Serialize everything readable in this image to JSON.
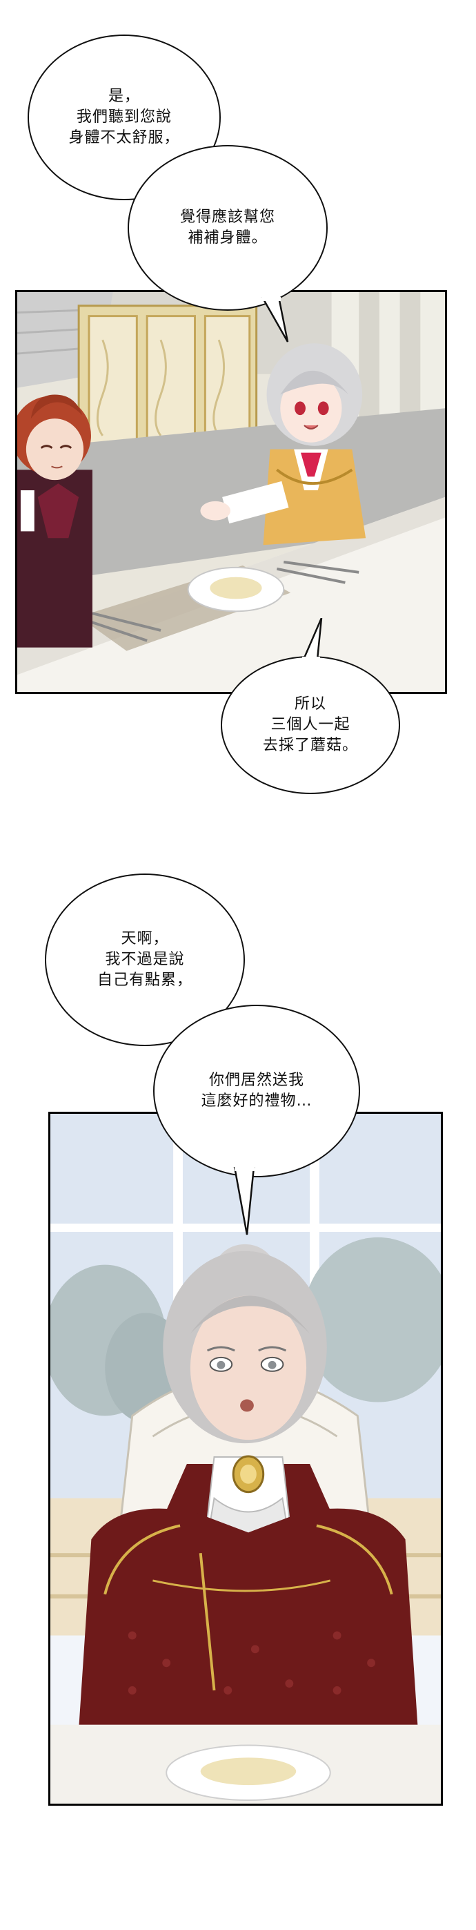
{
  "bubbles": [
    {
      "id": "b1",
      "text": "是，\n我們聽到您說\n身體不太舒服，"
    },
    {
      "id": "b2",
      "text": "覺得應該幫您\n補補身體。"
    },
    {
      "id": "b3",
      "text": "所以\n三個人一起\n去採了蘑菇。"
    },
    {
      "id": "b4",
      "text": "天啊，\n我不過是說\n自己有點累，"
    },
    {
      "id": "b5",
      "text": "你們居然送我\n這麼好的禮物…"
    }
  ],
  "panels": [
    {
      "id": "dinner-table-panel",
      "scene": "children-at-dinner"
    },
    {
      "id": "grandmother-panel",
      "scene": "grandmother-at-table"
    }
  ],
  "colors": {
    "border": "#000000",
    "background": "#ffffff",
    "hair_red": "#b4452a",
    "hair_silver": "#d8d8da",
    "dress_red": "#6e1a1a",
    "gold": "#d7b24a"
  }
}
